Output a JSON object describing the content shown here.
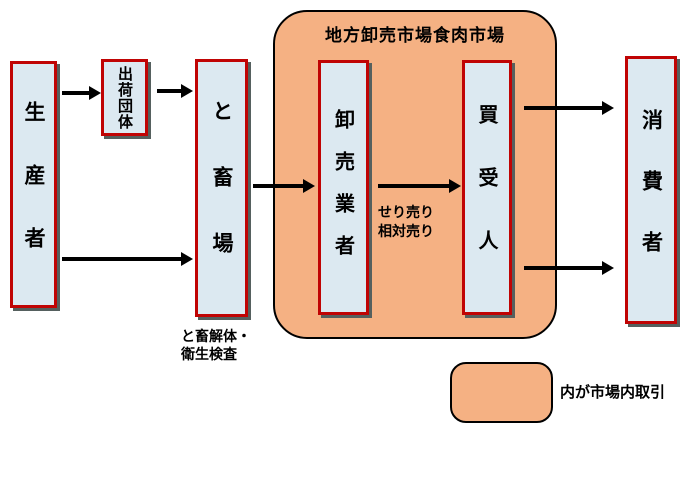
{
  "diagram": {
    "market": {
      "title": "地方卸売市場食肉市場"
    },
    "nodes": {
      "producer": {
        "label": "生産者"
      },
      "shipping_org": {
        "label": "出荷団体"
      },
      "slaughterhouse": {
        "label": "と畜場"
      },
      "wholesaler": {
        "label": "卸売業者"
      },
      "buyer": {
        "label": "買受人"
      },
      "consumer": {
        "label": "消費者"
      }
    },
    "annotations": {
      "sale_methods": "せり売り\n相対売り",
      "slaughter_note": "と畜解体・\n衛生検査",
      "legend_text": "内が市場内取引"
    },
    "colors": {
      "node_fill": "#dce9f1",
      "node_border": "#c00404",
      "node_shadow": "#55605e",
      "market_fill": "#f5b183",
      "market_border": "#000000",
      "arrow": "#000000",
      "background": "#ffffff"
    }
  }
}
